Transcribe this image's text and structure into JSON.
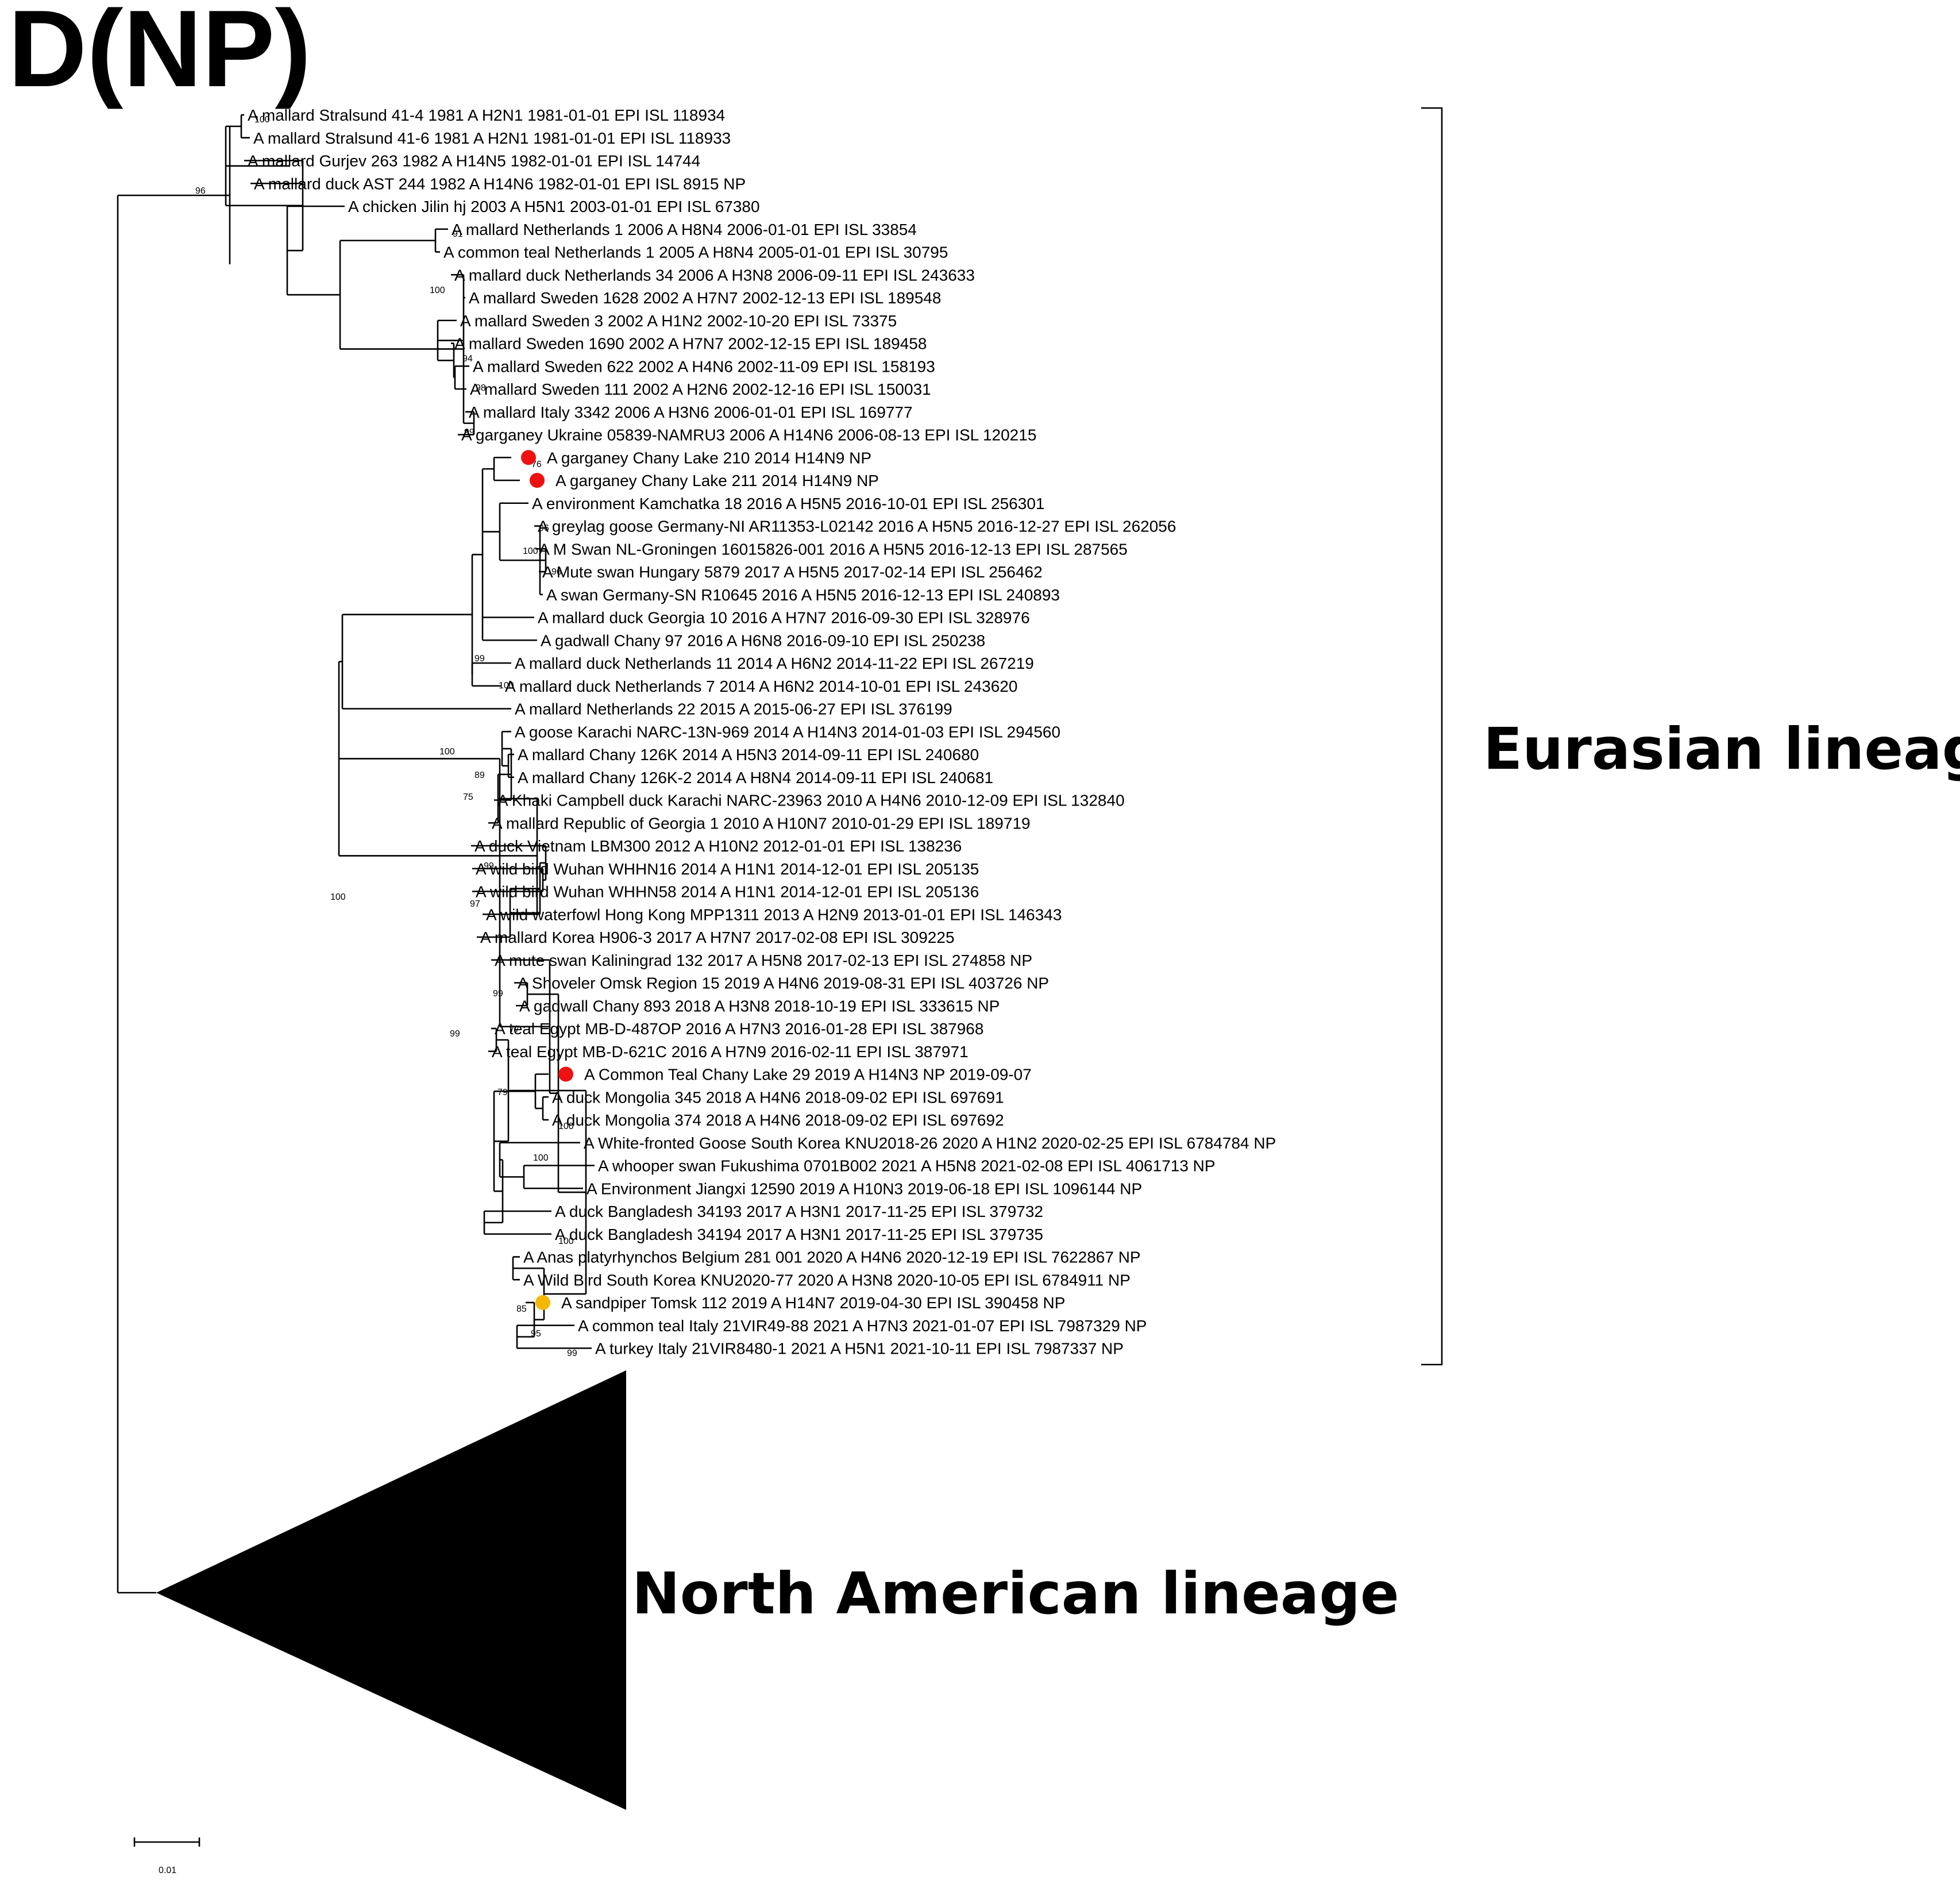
{
  "title": "D(NP)",
  "clades": {
    "eurasian": "Eurasian lineage",
    "north_american": "North American lineage"
  },
  "scale_bar": {
    "label": "0.01"
  },
  "colors": {
    "marker_red": "#ee1111",
    "marker_yellow": "#f5b800"
  },
  "leaves": [
    {
      "label": "A mallard Stralsund 41-4 1981 A H2N1 1981-01-01 EPI ISL 118934"
    },
    {
      "label": "A mallard Stralsund 41-6 1981 A H2N1 1981-01-01 EPI ISL 118933"
    },
    {
      "label": "A mallard Gurjev 263 1982 A H14N5 1982-01-01 EPI ISL 14744"
    },
    {
      "label": "A mallard duck AST 244 1982 A H14N6 1982-01-01 EPI ISL 8915 NP"
    },
    {
      "label": "A chicken Jilin hj 2003 A H5N1 2003-01-01 EPI ISL 67380"
    },
    {
      "label": "A mallard Netherlands 1 2006 A H8N4 2006-01-01 EPI ISL 33854"
    },
    {
      "label": "A common teal Netherlands 1 2005 A H8N4 2005-01-01 EPI ISL 30795"
    },
    {
      "label": "A mallard duck Netherlands 34 2006 A H3N8 2006-09-11 EPI ISL 243633"
    },
    {
      "label": "A mallard Sweden 1628 2002 A H7N7 2002-12-13 EPI ISL 189548"
    },
    {
      "label": "A mallard Sweden 3 2002 A H1N2 2002-10-20 EPI ISL 73375"
    },
    {
      "label": "A mallard Sweden 1690 2002 A H7N7 2002-12-15 EPI ISL 189458"
    },
    {
      "label": "A mallard Sweden 622 2002 A H4N6 2002-11-09 EPI ISL 158193"
    },
    {
      "label": "A mallard Sweden 111 2002 A H2N6 2002-12-16 EPI ISL 150031"
    },
    {
      "label": "A mallard Italy 3342 2006 A H3N6 2006-01-01 EPI ISL 169777"
    },
    {
      "label": "A garganey Ukraine 05839-NAMRU3 2006 A H14N6 2006-08-13 EPI ISL 120215"
    },
    {
      "label": "A garganey Chany Lake 210 2014 H14N9 NP",
      "marker": "red"
    },
    {
      "label": "A garganey Chany Lake 211 2014 H14N9 NP",
      "marker": "red"
    },
    {
      "label": "A environment Kamchatka 18 2016 A H5N5 2016-10-01 EPI ISL 256301"
    },
    {
      "label": "A greylag goose Germany-NI AR11353-L02142 2016 A H5N5 2016-12-27 EPI ISL 262056"
    },
    {
      "label": "A M Swan NL-Groningen 16015826-001 2016 A H5N5 2016-12-13 EPI ISL 287565"
    },
    {
      "label": "A Mute swan Hungary 5879 2017 A H5N5 2017-02-14 EPI ISL 256462"
    },
    {
      "label": "A swan Germany-SN R10645 2016 A H5N5 2016-12-13 EPI ISL 240893"
    },
    {
      "label": "A mallard duck Georgia 10 2016 A H7N7 2016-09-30 EPI ISL 328976"
    },
    {
      "label": "A gadwall Chany 97 2016 A H6N8 2016-09-10 EPI ISL 250238"
    },
    {
      "label": "A mallard duck Netherlands 11 2014 A H6N2 2014-11-22 EPI ISL 267219"
    },
    {
      "label": "A mallard duck Netherlands 7 2014 A H6N2 2014-10-01 EPI ISL 243620"
    },
    {
      "label": "A mallard Netherlands 22 2015 A 2015-06-27 EPI ISL 376199"
    },
    {
      "label": "A goose Karachi NARC-13N-969 2014 A H14N3 2014-01-03 EPI ISL 294560"
    },
    {
      "label": "A mallard Chany 126K 2014 A H5N3 2014-09-11 EPI ISL 240680"
    },
    {
      "label": "A mallard Chany 126K-2 2014 A H8N4 2014-09-11 EPI ISL 240681"
    },
    {
      "label": "A Khaki Campbell duck Karachi NARC-23963 2010 A H4N6 2010-12-09 EPI ISL 132840"
    },
    {
      "label": "A mallard Republic of Georgia 1 2010 A H10N7 2010-01-29 EPI ISL 189719"
    },
    {
      "label": "A duck Vietnam LBM300 2012 A H10N2 2012-01-01 EPI ISL 138236"
    },
    {
      "label": "A wild bird Wuhan WHHN16 2014 A H1N1 2014-12-01 EPI ISL 205135"
    },
    {
      "label": "A wild bird Wuhan WHHN58 2014 A H1N1 2014-12-01 EPI ISL 205136"
    },
    {
      "label": "A wild waterfowl Hong Kong MPP1311 2013 A H2N9 2013-01-01 EPI ISL 146343"
    },
    {
      "label": "A mallard Korea H906-3 2017 A H7N7 2017-02-08 EPI ISL 309225"
    },
    {
      "label": "A mute swan Kaliningrad 132 2017 A H5N8 2017-02-13 EPI ISL 274858 NP"
    },
    {
      "label": "A Shoveler Omsk Region 15 2019 A H4N6 2019-08-31 EPI ISL 403726 NP"
    },
    {
      "label": "A gadwall Chany 893 2018 A H3N8 2018-10-19 EPI ISL 333615 NP"
    },
    {
      "label": "A teal Egypt MB-D-487OP 2016 A H7N3 2016-01-28 EPI ISL 387968"
    },
    {
      "label": "A teal Egypt MB-D-621C 2016 A H7N9 2016-02-11 EPI ISL 387971"
    },
    {
      "label": "A Common Teal Chany Lake 29 2019 A H14N3 NP 2019-09-07",
      "marker": "red"
    },
    {
      "label": "A duck Mongolia 345 2018 A H4N6 2018-09-02 EPI ISL 697691"
    },
    {
      "label": "A duck Mongolia 374 2018 A H4N6 2018-09-02 EPI ISL 697692"
    },
    {
      "label": "A White-fronted Goose South Korea KNU2018-26 2020 A H1N2 2020-02-25 EPI ISL 6784784 NP"
    },
    {
      "label": "A whooper swan Fukushima 0701B002 2021 A H5N8 2021-02-08 EPI ISL 4061713 NP"
    },
    {
      "label": "A Environment Jiangxi 12590 2019 A H10N3 2019-06-18 EPI ISL 1096144 NP"
    },
    {
      "label": "A duck Bangladesh 34193 2017 A H3N1 2017-11-25 EPI ISL 379732"
    },
    {
      "label": "A duck Bangladesh 34194 2017 A H3N1 2017-11-25 EPI ISL 379735"
    },
    {
      "label": "A Anas platyrhynchos Belgium 281 001 2020 A H4N6 2020-12-19 EPI ISL 7622867 NP"
    },
    {
      "label": "A Wild Bird South Korea KNU2020-77 2020 A H3N8 2020-10-05 EPI ISL 6784911 NP"
    },
    {
      "label": "A sandpiper Tomsk 112 2019 A H14N7 2019-04-30 EPI ISL 390458 NP",
      "marker": "yellow"
    },
    {
      "label": "A common teal Italy 21VIR49-88 2021 A H7N3 2021-01-07 EPI ISL 7987329 NP"
    },
    {
      "label": "A turkey Italy 21VIR8480-1 2021 A H5N1 2021-10-11 EPI ISL 7987337 NP"
    }
  ],
  "support_values": [
    "100",
    "96",
    "91",
    "100",
    "94",
    "98",
    "99",
    "76",
    "96",
    "100",
    "96",
    "99",
    "100",
    "100",
    "89",
    "75",
    "99",
    "97",
    "99",
    "99",
    "77",
    "79",
    "100",
    "100",
    "100",
    "100",
    "85",
    "95",
    "99"
  ]
}
